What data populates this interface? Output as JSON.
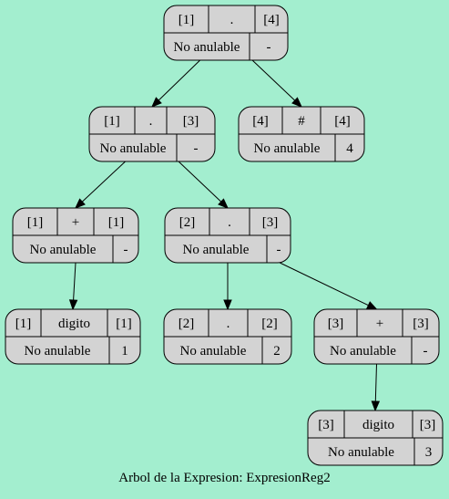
{
  "caption": "Arbol de la Expresion: ExpresionReg2",
  "nodes": [
    {
      "id": "n1",
      "first": "[1]",
      "symbol": ".",
      "last": "[4]",
      "nullable": "No anulable",
      "pos": "-"
    },
    {
      "id": "n2",
      "first": "[1]",
      "symbol": ".",
      "last": "[3]",
      "nullable": "No anulable",
      "pos": "-"
    },
    {
      "id": "n3",
      "first": "[4]",
      "symbol": "#",
      "last": "[4]",
      "nullable": "No anulable",
      "pos": "4"
    },
    {
      "id": "n4",
      "first": "[1]",
      "symbol": "+",
      "last": "[1]",
      "nullable": "No anulable",
      "pos": "-"
    },
    {
      "id": "n5",
      "first": "[2]",
      "symbol": ".",
      "last": "[3]",
      "nullable": "No anulable",
      "pos": "-"
    },
    {
      "id": "n6",
      "first": "[1]",
      "symbol": "digito",
      "last": "[1]",
      "nullable": "No anulable",
      "pos": "1"
    },
    {
      "id": "n7",
      "first": "[2]",
      "symbol": ".",
      "last": "[2]",
      "nullable": "No anulable",
      "pos": "2"
    },
    {
      "id": "n8",
      "first": "[3]",
      "symbol": "+",
      "last": "[3]",
      "nullable": "No anulable",
      "pos": "-"
    },
    {
      "id": "n9",
      "first": "[3]",
      "symbol": "digito",
      "last": "[3]",
      "nullable": "No anulable",
      "pos": "3"
    }
  ],
  "edges": [
    {
      "from": "n1",
      "to": "n2"
    },
    {
      "from": "n1",
      "to": "n3"
    },
    {
      "from": "n2",
      "to": "n4"
    },
    {
      "from": "n2",
      "to": "n5"
    },
    {
      "from": "n4",
      "to": "n6"
    },
    {
      "from": "n5",
      "to": "n7"
    },
    {
      "from": "n5",
      "to": "n8"
    },
    {
      "from": "n8",
      "to": "n9"
    }
  ]
}
